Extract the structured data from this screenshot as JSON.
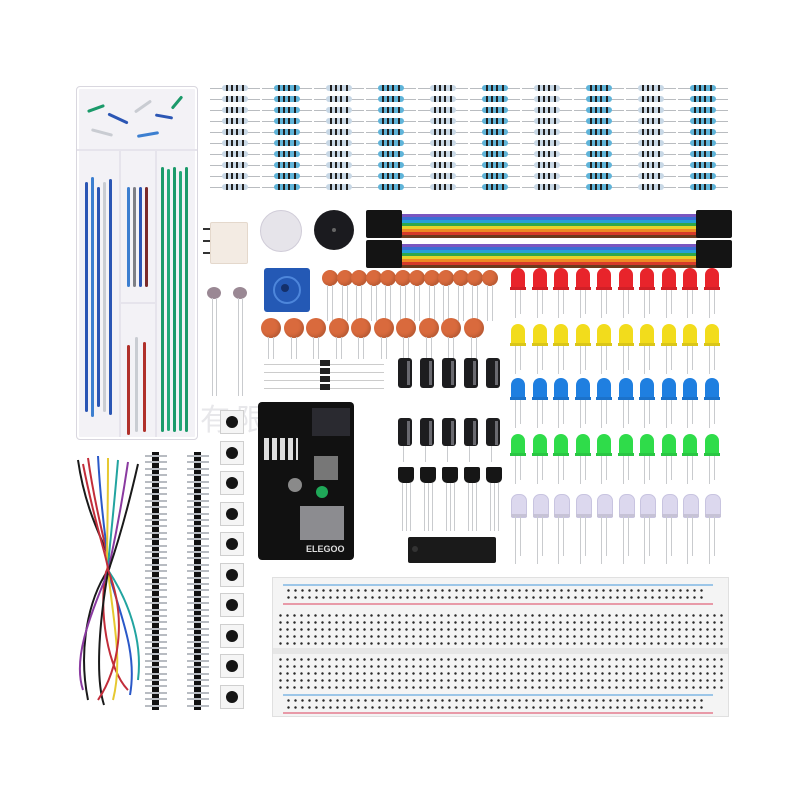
{
  "image": {
    "subject": "Electronics starter kit components laid out on white background",
    "background": "#ffffff",
    "watermark_text": "有限公司"
  },
  "components": {
    "jumper_wire_box": {
      "label": "Jumper wire kit",
      "colors": [
        "#2b56b4",
        "#3c7fd0",
        "#1b9a6a",
        "#b0302a",
        "#c9ccd2"
      ]
    },
    "resistors": {
      "columns": 10,
      "rows": 10,
      "body_colors": [
        "#c8d8e6",
        "#5fb4d9"
      ]
    },
    "optocoupler": {
      "label": "Relay/optocoupler module",
      "color": "#f3ebe3"
    },
    "buzzer_passive": {
      "label": "Passive buzzer",
      "color": "#e6e4ea"
    },
    "buzzer_active": {
      "label": "Active buzzer",
      "color": "#1b1b1f"
    },
    "dupont_cable": {
      "label": "DuPont ribbon cable",
      "colors": [
        "#7a56c0",
        "#3b6fd4",
        "#25a0d8",
        "#2fa84a",
        "#e6d22c",
        "#ee8a24",
        "#d63a2a",
        "#6b3b1e"
      ]
    },
    "potentiometer": {
      "label": "Potentiometer",
      "color": "#2459b5"
    },
    "photoresistors": {
      "count": 2,
      "color": "#9a8894"
    },
    "ceramic_caps": {
      "rows": [
        12,
        10
      ],
      "color": "#d96a3d"
    },
    "electrolytic_caps": {
      "rows": [
        5,
        5
      ],
      "color": "#1d1d1f"
    },
    "transistors": {
      "count": 5,
      "color": "#161616"
    },
    "diodes": {
      "count": 5,
      "color": "#222222"
    },
    "ic_chip": {
      "label": "DIP IC",
      "color": "#1a1a1a"
    },
    "power_module": {
      "label": "Breadboard power supply module",
      "logo": "ELEGOO",
      "color": "#111111"
    },
    "leds": {
      "per_row": 10,
      "rows": [
        {
          "name": "red",
          "color": "#e8242b"
        },
        {
          "name": "yellow",
          "color": "#f2dc1c"
        },
        {
          "name": "blue",
          "color": "#1f7fe0"
        },
        {
          "name": "green",
          "color": "#2fdc4a"
        },
        {
          "name": "white",
          "color": "#dcd8ee"
        }
      ]
    },
    "push_buttons": {
      "count": 10
    },
    "pin_headers": {
      "count": 2
    },
    "loose_jumper_wires": {
      "colors": [
        "#1a1a1a",
        "#c22d3a",
        "#2a58c8",
        "#e6c830",
        "#22a4a0",
        "#8a3aa0"
      ]
    },
    "breadboard": {
      "label": "830 tie-point breadboard",
      "rail_colors": {
        "positive": "#e89aa8",
        "negative": "#9cc6e8"
      }
    }
  }
}
